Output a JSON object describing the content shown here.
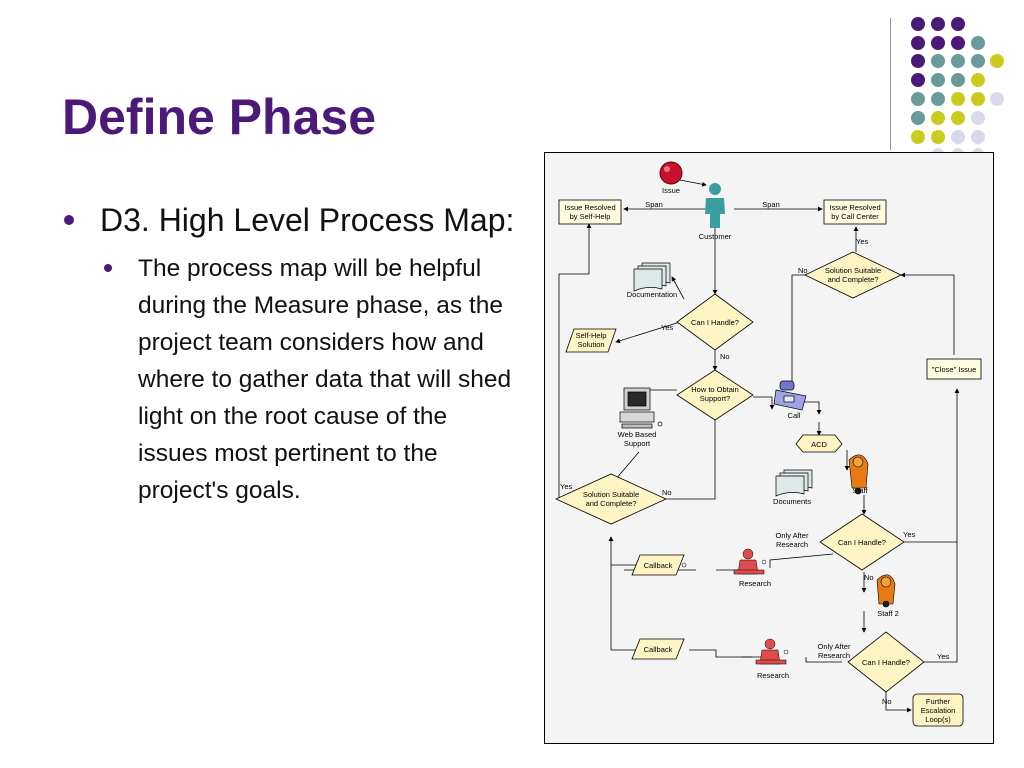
{
  "slide": {
    "title": "Define Phase",
    "bullet1": "D3. High Level Process Map:",
    "bullet2": "The process map will be helpful during the Measure phase, as the project team considers how and where to gather data that will shed light on the root cause of the issues most pertinent to the project's goals."
  },
  "colors": {
    "title": "#4b1a78",
    "dot_purple": "#4b1a78",
    "dot_teal": "#6a9a99",
    "dot_yellow": "#c9cc1e",
    "dot_lavender": "#d9d9ec"
  },
  "diagram": {
    "issue": "Issue",
    "customer": "Customer",
    "span_left": "Span",
    "span_right": "Span",
    "resolved_self_help_1": "Issue Resolved",
    "resolved_self_help_2": "by Self-Help",
    "resolved_call_center_1": "Issue Resolved",
    "resolved_call_center_2": "by Call Center",
    "documentation": "Documentation",
    "can_i_handle_1": "Can I Handle?",
    "yes_1": "Yes",
    "no_1": "No",
    "self_help_solution_1": "Self-Help",
    "self_help_solution_2": "Solution",
    "how_to_obtain_1": "How to Obtain",
    "how_to_obtain_2": "Support?",
    "web_based_1": "Web Based",
    "web_based_2": "Support",
    "call": "Call",
    "acd": "ACD",
    "documents": "Documents",
    "staff": "Staff",
    "solution_suitable_left_1": "Solution Suitable",
    "solution_suitable_left_2": "and Complete?",
    "yes_left": "Yes",
    "no_left": "No",
    "solution_suitable_top_1": "Solution Suitable",
    "solution_suitable_top_2": "and Complete?",
    "no_top": "No",
    "yes_top": "Yes",
    "close_issue": "\"Close\" Issue",
    "only_after_research_1a": "Only After",
    "only_after_research_1b": "Research",
    "can_i_handle_2": "Can I Handle?",
    "yes_2": "Yes",
    "no_2": "No",
    "callback_1": "Callback",
    "research_1": "Research",
    "staff_2": "Staff 2",
    "callback_2": "Callback",
    "only_after_research_2a": "Only After",
    "only_after_research_2b": "Research",
    "can_i_handle_3": "Can I Handle?",
    "yes_3": "Yes",
    "no_3": "No",
    "research_2": "Research",
    "further_1": "Further",
    "further_2": "Escalation",
    "further_3": "Loop(s)"
  }
}
